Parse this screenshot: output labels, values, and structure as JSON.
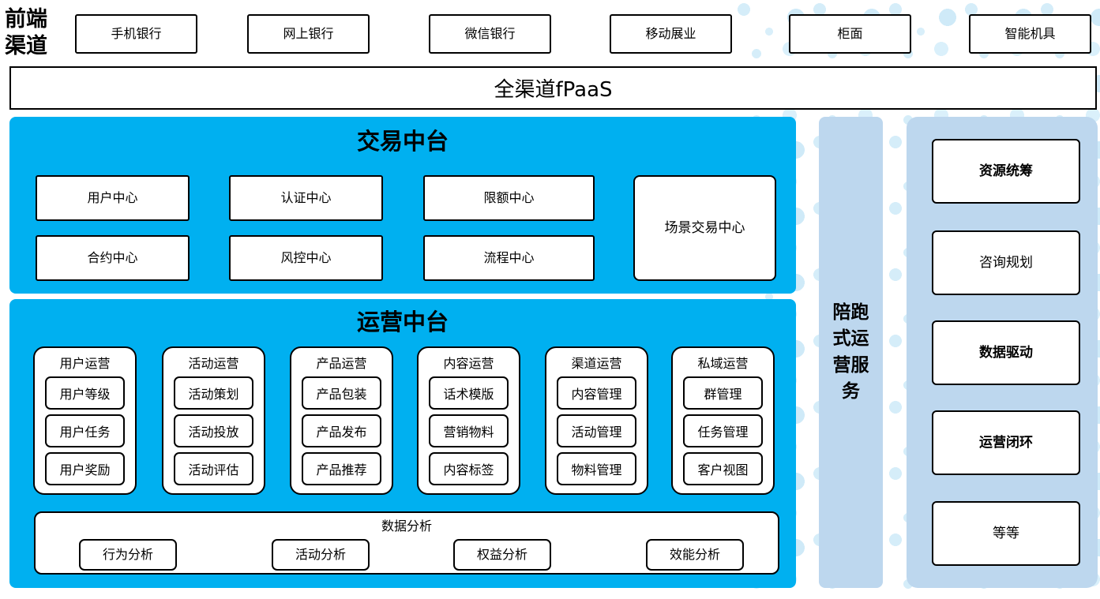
{
  "front_channels": {
    "label": "前端渠道",
    "items": [
      "手机银行",
      "网上银行",
      "微信银行",
      "移动展业",
      "柜面",
      "智能机具"
    ]
  },
  "fpaas": {
    "label": "全渠道fPaaS"
  },
  "trade_platform": {
    "title": "交易中台",
    "row1": [
      "用户中心",
      "认证中心",
      "限额中心"
    ],
    "row2": [
      "合约中心",
      "风控中心",
      "流程中心"
    ],
    "tall_box": "场景交易中心"
  },
  "operation_platform": {
    "title": "运营中台",
    "columns": [
      {
        "header": "用户运营",
        "items": [
          "用户等级",
          "用户任务",
          "用户奖励"
        ]
      },
      {
        "header": "活动运营",
        "items": [
          "活动策划",
          "活动投放",
          "活动评估"
        ]
      },
      {
        "header": "产品运营",
        "items": [
          "产品包装",
          "产品发布",
          "产品推荐"
        ]
      },
      {
        "header": "内容运营",
        "items": [
          "话术模版",
          "营销物料",
          "内容标签"
        ]
      },
      {
        "header": "渠道运营",
        "items": [
          "内容管理",
          "活动管理",
          "物料管理"
        ]
      },
      {
        "header": "私域运营",
        "items": [
          "群管理",
          "任务管理",
          "客户视图"
        ]
      }
    ],
    "data_analysis": {
      "header": "数据分析",
      "items": [
        "行为分析",
        "活动分析",
        "权益分析",
        "效能分析"
      ]
    }
  },
  "side_bar": {
    "label": "陪跑式运营服务"
  },
  "right_panel": {
    "items": [
      "资源统筹",
      "咨询规划",
      "数据驱动",
      "运营闭环",
      "等等"
    ]
  },
  "colors": {
    "platform_blue": "#00b0f0",
    "panel_blue": "#bdd7ee",
    "dot_blue": "#d5edf9",
    "border": "#000000"
  }
}
